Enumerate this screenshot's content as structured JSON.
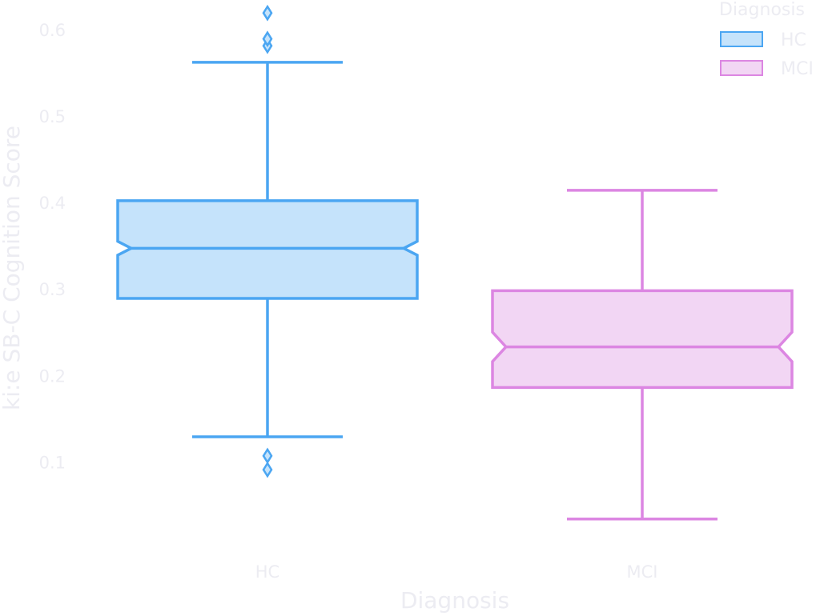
{
  "chart_data": {
    "type": "box",
    "notched": true,
    "xlabel": "Diagnosis",
    "ylabel": "ki:e SB-C Cognition Score",
    "ylim": [
      0.02,
      0.635
    ],
    "yticks": [
      0.1,
      0.2,
      0.3,
      0.4,
      0.5,
      0.6
    ],
    "ytick_labels": [
      "0.1",
      "0.2",
      "0.3",
      "0.4",
      "0.5",
      "0.6"
    ],
    "grid": false,
    "legend": {
      "title": "Diagnosis",
      "position": "top-right"
    },
    "categories": [
      "HC",
      "MCI"
    ],
    "series": [
      {
        "name": "HC",
        "color": "#4ba6f2",
        "fill": "#c5e3fb",
        "whisker_low": 0.13,
        "q1": 0.29,
        "median": 0.348,
        "q3": 0.403,
        "whisker_high": 0.563,
        "notch_low": 0.34,
        "notch_high": 0.356,
        "outliers": [
          0.092,
          0.108,
          0.582,
          0.59,
          0.62
        ]
      },
      {
        "name": "MCI",
        "color": "#dc86e2",
        "fill": "#f2d6f4",
        "whisker_low": 0.035,
        "q1": 0.187,
        "median": 0.234,
        "q3": 0.299,
        "whisker_high": 0.415,
        "notch_low": 0.217,
        "notch_high": 0.251,
        "outliers": []
      }
    ]
  }
}
